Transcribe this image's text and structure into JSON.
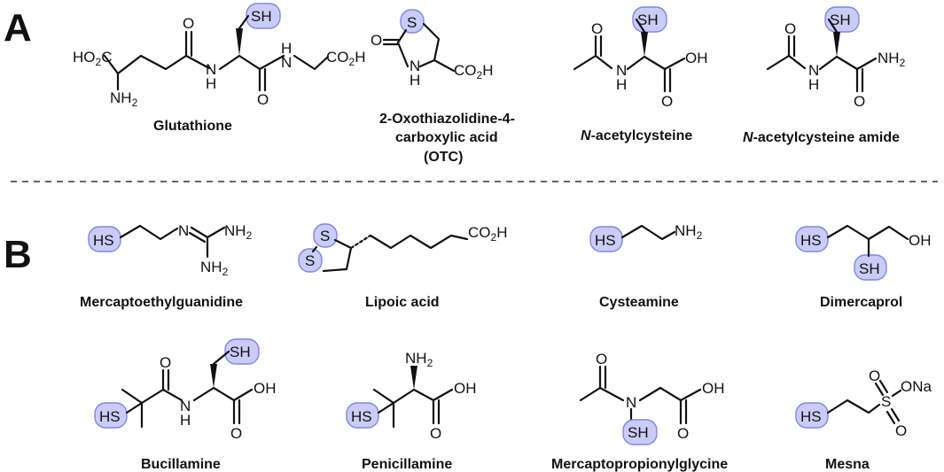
{
  "panels": {
    "a": "A",
    "b": "B"
  },
  "colors": {
    "thiol_highlight": "#c9ccf6",
    "thiol_outline": "#7f86e6",
    "ink": "#111111"
  },
  "atoms": {
    "sh": "SH",
    "hs": "HS",
    "s": "S",
    "o": "O",
    "h": "H",
    "n": "N",
    "co2h": "CO",
    "nh2": "NH",
    "ho2c": "HO",
    "oh": "OH",
    "ona": "ONa",
    "two": "2",
    "c": "C",
    "na": "Na"
  },
  "compounds": {
    "glutathione": "Glutathione",
    "otc_line1": "2-Oxothiazolidine-4-",
    "otc_line2": "carboxylic acid",
    "otc_line3": "(OTC)",
    "nac_prefix": "N",
    "nac_suffix": "-acetylcysteine",
    "naca_prefix": "N",
    "naca_suffix": "-acetylcysteine amide",
    "mercaptoethylguanidine": "Mercaptoethylguanidine",
    "lipoic_acid": "Lipoic acid",
    "cysteamine": "Cysteamine",
    "dimercaprol": "Dimercaprol",
    "bucillamine": "Bucillamine",
    "penicillamine": "Penicillamine",
    "mercaptopropionylglycine": "Mercaptopropionylglycine",
    "mesna": "Mesna"
  }
}
